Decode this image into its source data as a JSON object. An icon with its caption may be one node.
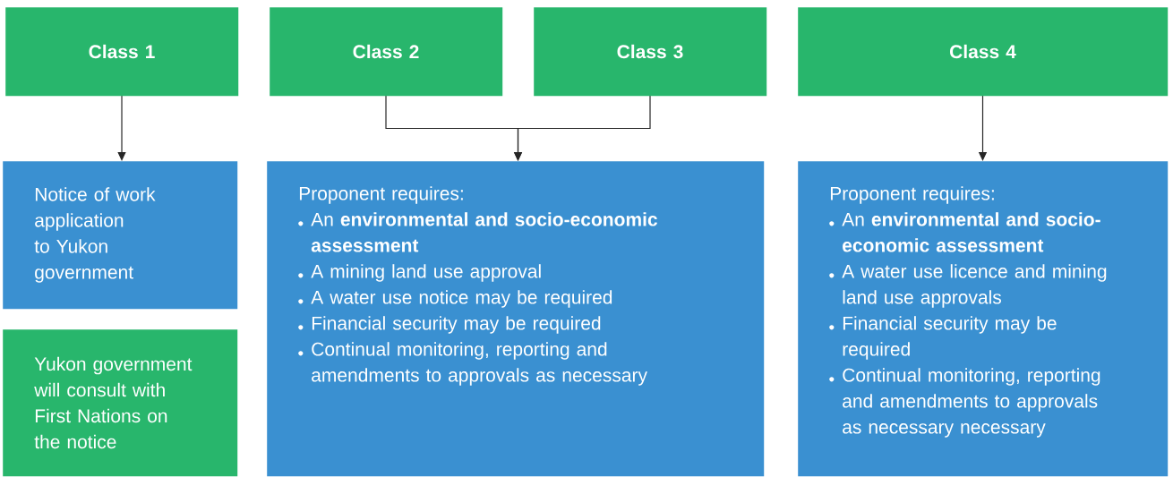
{
  "diagram": {
    "nodes": [
      {
        "text": [
          "Class 1"
        ]
      },
      {
        "text": [
          "Class 2"
        ]
      },
      {
        "text": [
          "Class 3"
        ]
      },
      {
        "text": [
          "Class 4"
        ]
      },
      {
        "text": [
          "Notice of work application to Yukon government"
        ]
      },
      {
        "text": [
          "Yukon government will consult with First Nations on the notice"
        ]
      },
      {
        "text": [
          "Proponent requires:",
          "An **environmental and socio-economic assessment**",
          "A mining land use approval",
          "A water use notice may be required",
          "Financial security may be required",
          "Continual monitoring, reporting and amendments to approvals as necessary"
        ]
      },
      {
        "text": [
          "Proponent requires:",
          "An **environmental and socio-economic assessment**",
          "A water use licence and mining land use approvals",
          "Financial security may be required",
          "Continual monitoring, reporting and amendments to approvals as necessary necessary"
        ]
      }
    ],
    "edges": [
      {
        "from": 0,
        "to": 4,
        "arrow": "to"
      },
      {
        "from": 1,
        "to": 6,
        "arrow": "to"
      },
      {
        "from": 2,
        "to": 6,
        "arrow": "to"
      },
      {
        "from": 3,
        "to": 7,
        "arrow": "to"
      }
    ]
  }
}
